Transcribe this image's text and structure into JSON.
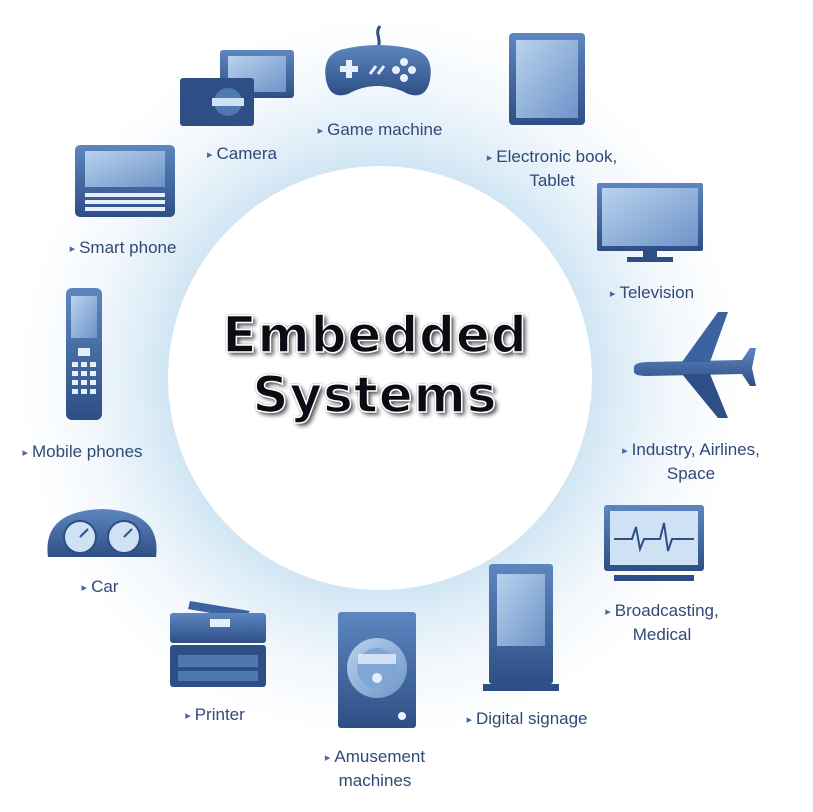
{
  "title_lines": [
    "Embedded",
    "Systems"
  ],
  "colors": {
    "ring_inner": "#cfe4f3",
    "ring_outer": "#ffffff",
    "device_dark": "#2e4f85",
    "device_mid": "#4f78b3",
    "device_light": "#9ec0e4",
    "label": "#2f4a77"
  },
  "devices": [
    {
      "icon": "game-controller-icon",
      "lines": [
        "Game machine"
      ]
    },
    {
      "icon": "tablet-icon",
      "lines": [
        "Electronic book,",
        "Tablet"
      ]
    },
    {
      "icon": "television-icon",
      "lines": [
        "Television"
      ]
    },
    {
      "icon": "airplane-icon",
      "lines": [
        "Industry, Airlines,",
        "Space"
      ]
    },
    {
      "icon": "medical-monitor-icon",
      "lines": [
        "Broadcasting,",
        "Medical"
      ]
    },
    {
      "icon": "digital-signage-icon",
      "lines": [
        "Digital signage"
      ]
    },
    {
      "icon": "amusement-machine-icon",
      "lines": [
        "Amusement",
        "machines"
      ]
    },
    {
      "icon": "printer-icon",
      "lines": [
        "Printer"
      ]
    },
    {
      "icon": "car-dashboard-icon",
      "lines": [
        "Car"
      ]
    },
    {
      "icon": "mobile-phone-icon",
      "lines": [
        "Mobile phones"
      ]
    },
    {
      "icon": "smart-phone-icon",
      "lines": [
        "Smart phone"
      ]
    },
    {
      "icon": "camera-icon",
      "lines": [
        "Camera"
      ]
    }
  ]
}
